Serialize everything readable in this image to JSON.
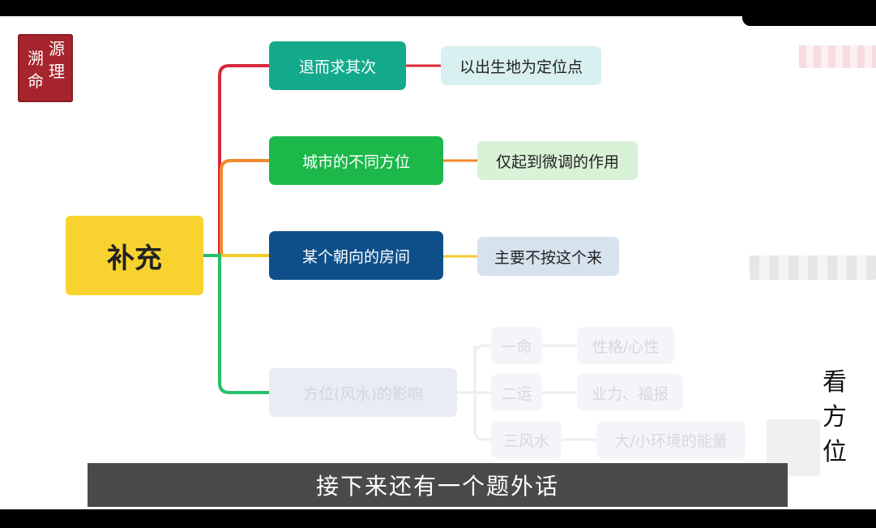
{
  "logo": {
    "chars": [
      "溯",
      "源",
      "命",
      "理"
    ]
  },
  "mindmap": {
    "root": "补充",
    "branches": [
      {
        "label": "退而求其次",
        "leaf": "以出生地为定位点",
        "color": "#d8283a"
      },
      {
        "label": "城市的不同方位",
        "leaf": "仅起到微调的作用",
        "color": "#f08a2a"
      },
      {
        "label": "某个朝向的房间",
        "leaf": "主要不按这个来",
        "color": "#f2cc2c"
      },
      {
        "label": "方位(风水)的影响",
        "color": "#25c16a",
        "children": [
          {
            "label": "一命",
            "leaf": "性格/心性"
          },
          {
            "label": "二运",
            "leaf": "业力、福报"
          },
          {
            "label": "三风水",
            "leaf": "大/小环境的能量"
          }
        ]
      }
    ]
  },
  "side_title": [
    "看",
    "方",
    "位"
  ],
  "caption": "接下来还有一个题外话"
}
